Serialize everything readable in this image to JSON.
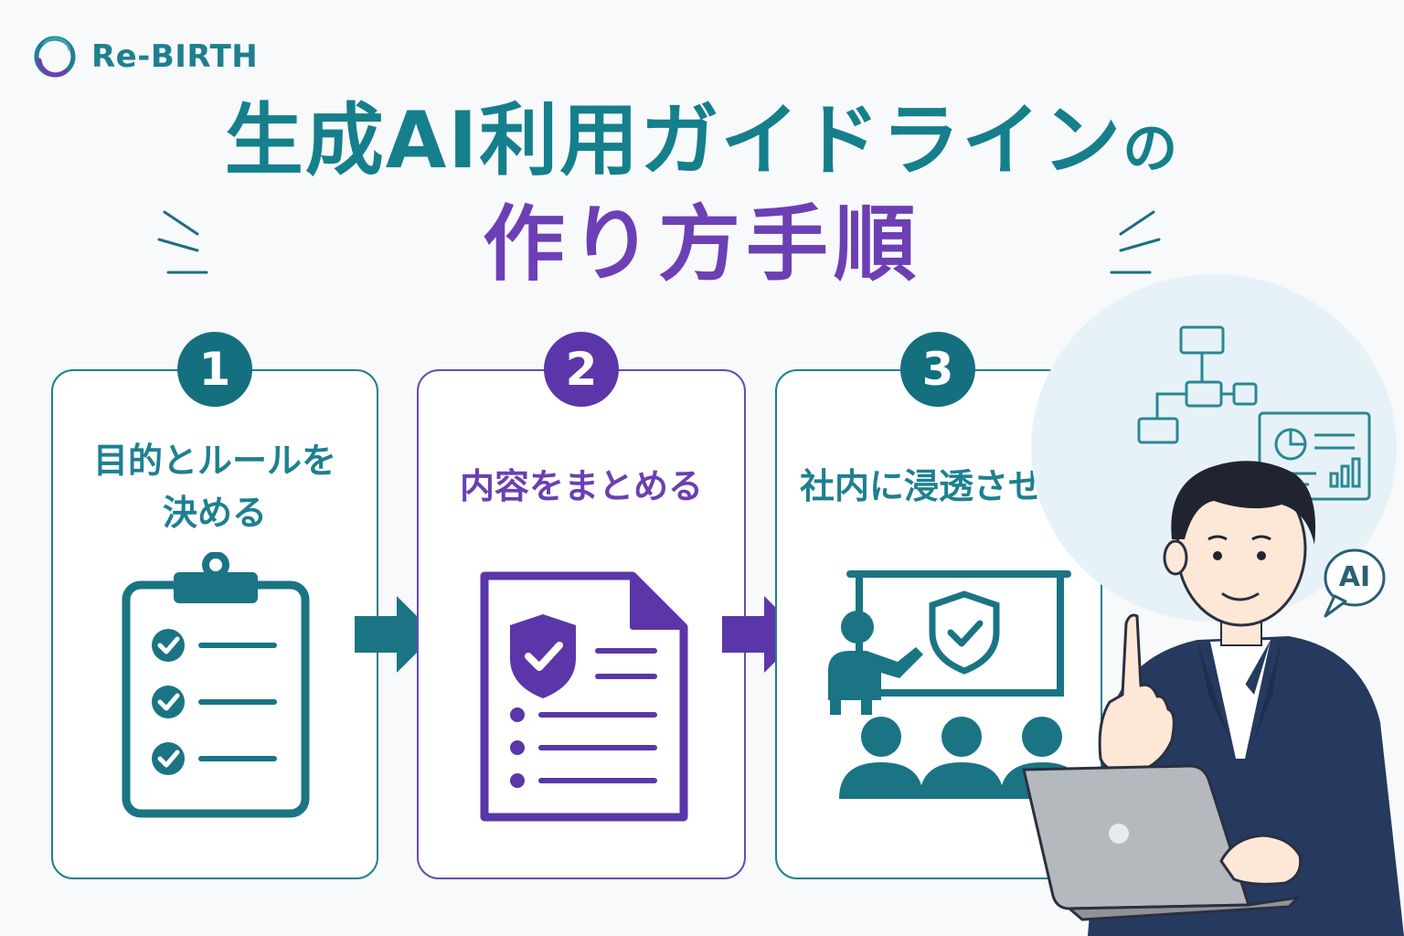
{
  "brand": {
    "name": "Re-BIRTH"
  },
  "title": {
    "line1_main": "生成AI利用ガイドライン",
    "line1_suffix": "の",
    "line2": "作り方手順"
  },
  "steps": [
    {
      "number": "1",
      "line1": "目的とルールを",
      "line2": "決める"
    },
    {
      "number": "2",
      "line1": "内容をまとめる",
      "line2": ""
    },
    {
      "number": "3",
      "line1": "社内に浸透させる",
      "line2": ""
    }
  ],
  "illustration": {
    "ai_bubble": "AI"
  },
  "colors": {
    "teal": "#1d8090",
    "purple": "#6b3fb0",
    "navy": "#253a5e"
  }
}
